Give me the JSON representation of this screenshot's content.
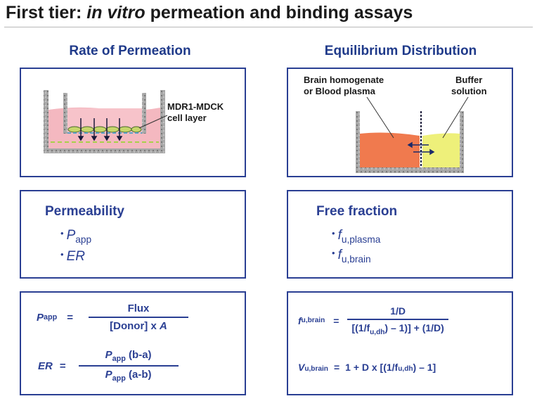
{
  "title": {
    "part1": "First tier: ",
    "part2": "in vitro",
    "part3": " permeation and binding assays"
  },
  "left": {
    "heading": "Rate of Permeation",
    "diagram_label_line1": "MDR1-MDCK",
    "diagram_label_line2": "cell layer",
    "box_heading": "Permeability",
    "bullet1_main": "P",
    "bullet1_sub": "app",
    "bullet2": "ER",
    "eq1_lhs_main": "P",
    "eq1_lhs_sub": "app",
    "eq1_num": "Flux",
    "eq1_den_text": "[Donor] x ",
    "eq1_den_var": "A",
    "eq2_lhs": "ER",
    "eq2_num_main": "P",
    "eq2_num_sub": "app",
    "eq2_num_rest": " (b-a)",
    "eq2_den_main": "P",
    "eq2_den_sub": "app",
    "eq2_den_rest": " (a-b)"
  },
  "right": {
    "heading": "Equilibrium Distribution",
    "left_label_line1": "Brain homogenate",
    "left_label_line2": "or Blood plasma",
    "right_label_line1": "Buffer",
    "right_label_line2": "solution",
    "box_heading": "Free fraction",
    "bullet1_main": "f",
    "bullet1_sub": "u,plasma",
    "bullet2_main": "f",
    "bullet2_sub": "u,brain",
    "eq1_lhs_main": "f",
    "eq1_lhs_sub": "u,brain",
    "eq1_num": "1/D",
    "eq1_den": "[(1/f",
    "eq1_den_sub": "u,dh",
    "eq1_den_rest": ") – 1)] + (1/D)",
    "eq2_lhs_main": "V",
    "eq2_lhs_sub": "u,brain",
    "eq2_rhs": "1 + D x [(1/f",
    "eq2_rhs_sub": "u,dh",
    "eq2_rhs_rest": ") – 1]"
  },
  "symbols": {
    "equals": "="
  },
  "colors": {
    "panel_border": "#2a3f93",
    "text_blue": "#2a3f93",
    "pink_fluid": "#f4b8c0",
    "orange_fluid": "#f07a4e",
    "yellow_fluid": "#eef07a",
    "wall_gray": "#9a9a9a"
  }
}
